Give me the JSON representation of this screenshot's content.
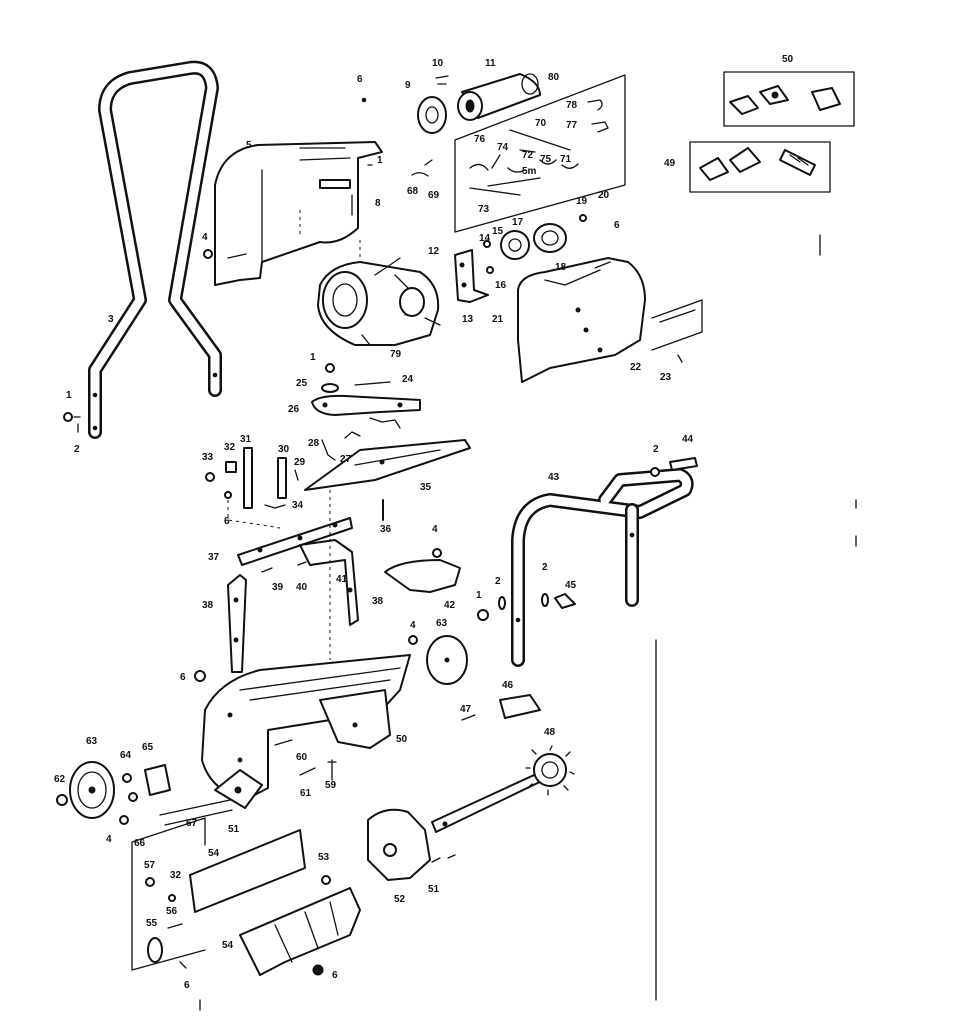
{
  "labels": [
    {
      "id": "handle",
      "text": "3"
    },
    {
      "id": "handle-bolt",
      "text": "1"
    },
    {
      "id": "handle-washer",
      "text": "2"
    },
    {
      "id": "housing-bolt",
      "text": "4"
    },
    {
      "id": "housing",
      "text": "5"
    },
    {
      "id": "screw-top",
      "text": "6"
    },
    {
      "id": "housing-clip",
      "text": "8"
    },
    {
      "id": "housing-screw",
      "text": "1"
    },
    {
      "id": "pulley",
      "text": "9"
    },
    {
      "id": "clip",
      "text": "10"
    },
    {
      "id": "cylinder",
      "text": "11"
    },
    {
      "id": "cylinder-end",
      "text": "80"
    },
    {
      "id": "small-parts-panel-a",
      "text": "68"
    },
    {
      "id": "small-parts-panel-b",
      "text": "69"
    },
    {
      "id": "bracket",
      "text": "12"
    },
    {
      "id": "bracket-lower",
      "text": "13"
    },
    {
      "id": "motor",
      "text": "79"
    },
    {
      "id": "hw-14",
      "text": "14"
    },
    {
      "id": "hw-15",
      "text": "15"
    },
    {
      "id": "hw-16",
      "text": "16"
    },
    {
      "id": "gear",
      "text": "17"
    },
    {
      "id": "drum",
      "text": "18"
    },
    {
      "id": "nut-19",
      "text": "19"
    },
    {
      "id": "pin-20",
      "text": "20"
    },
    {
      "id": "screw-6b",
      "text": "6"
    },
    {
      "id": "cover",
      "text": "21"
    },
    {
      "id": "decal",
      "text": "22"
    },
    {
      "id": "decal-pin",
      "text": "23"
    },
    {
      "id": "kit-70",
      "text": "70"
    },
    {
      "id": "kit-71",
      "text": "71"
    },
    {
      "id": "kit-72",
      "text": "72"
    },
    {
      "id": "kit-73",
      "text": "73"
    },
    {
      "id": "kit-74",
      "text": "74"
    },
    {
      "id": "kit-75",
      "text": "75"
    },
    {
      "id": "kit-76",
      "text": "76"
    },
    {
      "id": "kit-77",
      "text": "77"
    },
    {
      "id": "kit-78",
      "text": "78"
    },
    {
      "id": "kit-sm",
      "text": "5m"
    },
    {
      "id": "set-50",
      "text": "50"
    },
    {
      "id": "set-49",
      "text": "49"
    },
    {
      "id": "lever-bolt",
      "text": "1"
    },
    {
      "id": "lever-nut",
      "text": "25"
    },
    {
      "id": "lever-spring",
      "text": "24"
    },
    {
      "id": "lever",
      "text": "26"
    },
    {
      "id": "rod",
      "text": "27"
    },
    {
      "id": "link",
      "text": "28"
    },
    {
      "id": "plate",
      "text": "35"
    },
    {
      "id": "pin-36",
      "text": "36"
    },
    {
      "id": "pin-31",
      "text": "31"
    },
    {
      "id": "pin-32",
      "text": "32"
    },
    {
      "id": "pin-33",
      "text": "33"
    },
    {
      "id": "pin-30",
      "text": "30"
    },
    {
      "id": "pin-29",
      "text": "29"
    },
    {
      "id": "washer-34",
      "text": "34"
    },
    {
      "id": "screw-6c",
      "text": "6"
    },
    {
      "id": "bar-37",
      "text": "37"
    },
    {
      "id": "bracket-38-left",
      "text": "38"
    },
    {
      "id": "bracket-38-right",
      "text": "38"
    },
    {
      "id": "bolt-39",
      "text": "39"
    },
    {
      "id": "bolt-40",
      "text": "40"
    },
    {
      "id": "link-41",
      "text": "41"
    },
    {
      "id": "guard-42",
      "text": "42"
    },
    {
      "id": "guard-bolt",
      "text": "4"
    },
    {
      "id": "lower-handle",
      "text": "43"
    },
    {
      "id": "knob-44",
      "text": "44"
    },
    {
      "id": "washer-2a",
      "text": "2"
    },
    {
      "id": "washer-2b",
      "text": "2"
    },
    {
      "id": "washer-2c",
      "text": "2"
    },
    {
      "id": "bolt-1",
      "text": "1"
    },
    {
      "id": "bolt-45",
      "text": "45"
    },
    {
      "id": "nut-4",
      "text": "4"
    },
    {
      "id": "disc-63",
      "text": "63"
    },
    {
      "id": "screw-6d",
      "text": "6"
    },
    {
      "id": "auger-housing",
      "text": "50"
    },
    {
      "id": "bracket-46",
      "text": "46"
    },
    {
      "id": "screw-47",
      "text": "47"
    },
    {
      "id": "sprocket-48",
      "text": "48"
    },
    {
      "id": "wheel-63",
      "text": "63"
    },
    {
      "id": "nut-62",
      "text": "62"
    },
    {
      "id": "washer-64",
      "text": "64"
    },
    {
      "id": "bearing-65",
      "text": "65"
    },
    {
      "id": "axle-67",
      "text": "67"
    },
    {
      "id": "nut-4b",
      "text": "4"
    },
    {
      "id": "nut-66",
      "text": "66"
    },
    {
      "id": "bolt-60",
      "text": "60"
    },
    {
      "id": "bolt-61",
      "text": "61"
    },
    {
      "id": "spring-59",
      "text": "59"
    },
    {
      "id": "fan-51",
      "text": "51"
    },
    {
      "id": "scraper-54a",
      "text": "54"
    },
    {
      "id": "bolt-57",
      "text": "57"
    },
    {
      "id": "nut-32",
      "text": "32"
    },
    {
      "id": "bolt-56",
      "text": "56"
    },
    {
      "id": "plate-55",
      "text": "55"
    },
    {
      "id": "screw-6e",
      "text": "6"
    },
    {
      "id": "nut-53",
      "text": "53"
    },
    {
      "id": "guard-52",
      "text": "52"
    },
    {
      "id": "screw-51",
      "text": "51"
    },
    {
      "id": "scraper-54b",
      "text": "54"
    },
    {
      "id": "nut-6f",
      "text": "6"
    }
  ]
}
